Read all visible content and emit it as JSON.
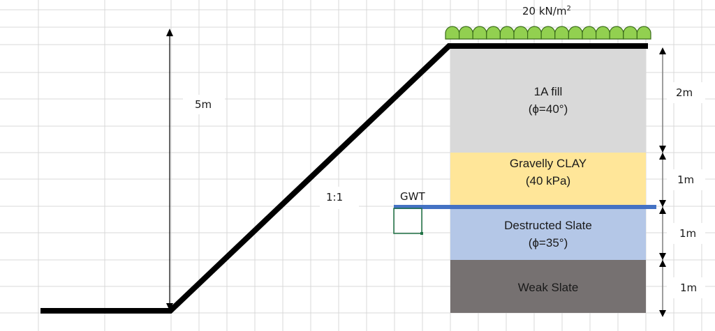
{
  "load": {
    "label_value": "20 kN/m",
    "label_superscript": "2",
    "color_fill": "#92d050",
    "color_stroke": "#3a6b1a"
  },
  "slope": {
    "height_label": "5m",
    "ratio_label": "1:1"
  },
  "gwt": {
    "label": "GWT",
    "color": "#4472c4"
  },
  "layers": [
    {
      "name": "1A fill",
      "param": "(ϕ=40°)",
      "thickness_label": "2m",
      "color": "#d9d9d9"
    },
    {
      "name": "Gravelly CLAY",
      "param": "(40 kPa)",
      "thickness_label": "1m",
      "color": "#ffe699"
    },
    {
      "name": "Destructed Slate",
      "param": "(ϕ=35°)",
      "thickness_label": "1m",
      "color": "#b4c7e7"
    },
    {
      "name": "Weak Slate",
      "param": "",
      "thickness_label": "1m",
      "color": "#767171"
    }
  ],
  "colors": {
    "grid": "#d9d9d9",
    "ground": "#000000",
    "dimension": "#7f7f7f",
    "selection": "#217346"
  }
}
